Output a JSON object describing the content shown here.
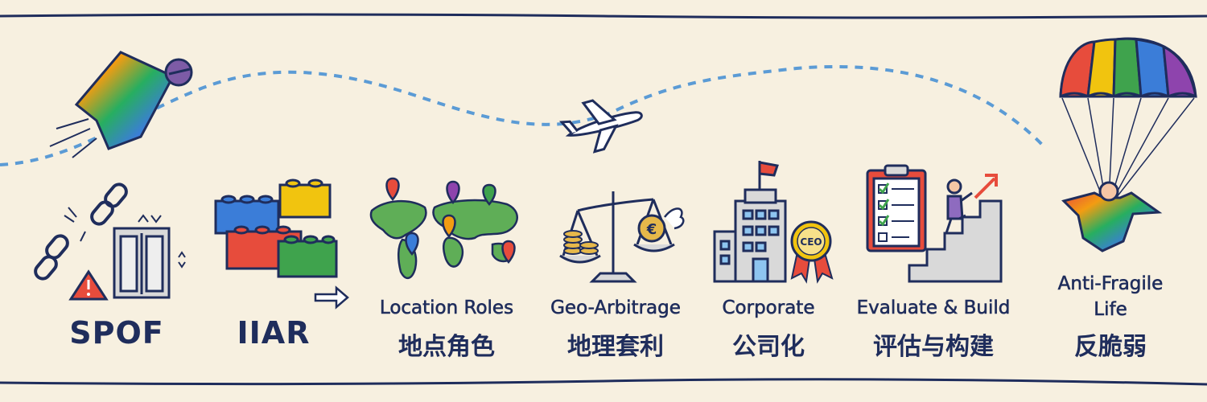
{
  "steps": [
    {
      "label": "SPOF"
    },
    {
      "label": "IIAR"
    },
    {
      "label_en": "Location Roles",
      "label_zh": "地点角色"
    },
    {
      "label_en": "Geo-Arbitrage",
      "label_zh": "地理套利"
    },
    {
      "label_en": "Corporate",
      "label_zh": "公司化"
    },
    {
      "label_en": "Evaluate & Build",
      "label_zh": "评估与构建"
    },
    {
      "label_en_line1": "Anti-Fragile",
      "label_en_line2": "Life",
      "label_zh": "反脆弱"
    }
  ],
  "icons": {
    "corporate_badge_text": "CEO",
    "geo_coin_symbol": "€"
  },
  "colors": {
    "background": "#f7f0e0",
    "ink": "#1f2d5c",
    "path": "#5b9bd5"
  }
}
